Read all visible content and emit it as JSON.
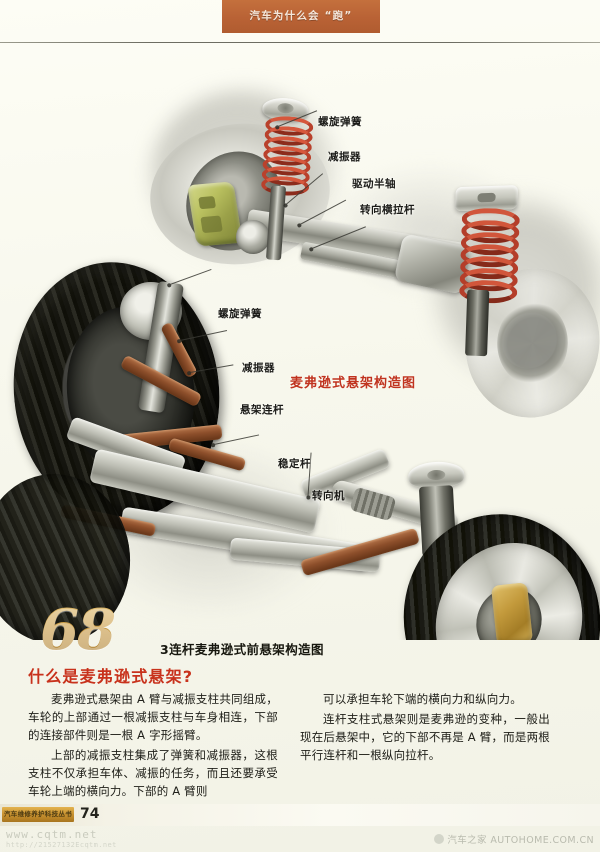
{
  "header": {
    "banner_title": "汽车为什么会 “跑”"
  },
  "illustration": {
    "diagram_title": "麦弗逊式悬架构造图",
    "callouts": [
      {
        "id": "coil-spring-top",
        "label": "螺旋弹簧"
      },
      {
        "id": "shock-absorber-top",
        "label": "减振器"
      },
      {
        "id": "drive-halfshaft",
        "label": "驱动半轴"
      },
      {
        "id": "steering-tie-rod",
        "label": "转向横拉杆"
      },
      {
        "id": "coil-spring-mid",
        "label": "螺旋弹簧"
      },
      {
        "id": "shock-absorber-mid",
        "label": "减振器"
      },
      {
        "id": "suspension-link",
        "label": "悬架连杆"
      },
      {
        "id": "stabilizer-bar",
        "label": "稳定杆"
      },
      {
        "id": "steering-gear",
        "label": "转向机"
      }
    ]
  },
  "article": {
    "number": "68",
    "figure_caption": "3连杆麦弗逊式前悬架构造图",
    "section_heading": "什么是麦弗逊式悬架?",
    "column_left": [
      "麦弗逊式悬架由 A 臂与减振支柱共同组成，车轮的上部通过一根减振支柱与车身相连，下部的连接部件则是一根 A 字形摇臂。",
      "上部的减振支柱集成了弹簧和减振器，这根支柱不仅承担车体、减振的任务，而且还要承受车轮上端的横向力。下部的 A 臂则"
    ],
    "column_right": [
      "可以承担车轮下端的横向力和纵向力。",
      "连杆支柱式悬架则是麦弗逊的变种，一般出现在后悬架中，它的下部不再是 A 臂，而是两根平行连杆和一根纵向拉杆。"
    ]
  },
  "footer": {
    "series_badge": "汽车维修养护科技丛书",
    "page_number": "74",
    "watermark_url": "www.cqtm.net",
    "watermark_sub": "http://21527132Ecqtm.net",
    "watermark_right": "汽车之家 AUTOHOME.COM.CN"
  },
  "colors": {
    "banner": "#b96235",
    "heading_red": "#c8321c",
    "diagram_title_red": "#c0331f",
    "number_gold": "#c7973f",
    "spring_red": "#b9412c",
    "caliper_green": "#b9c05f",
    "caliper_gold": "#c39a3c",
    "page_bg": "#f7f7ec"
  }
}
